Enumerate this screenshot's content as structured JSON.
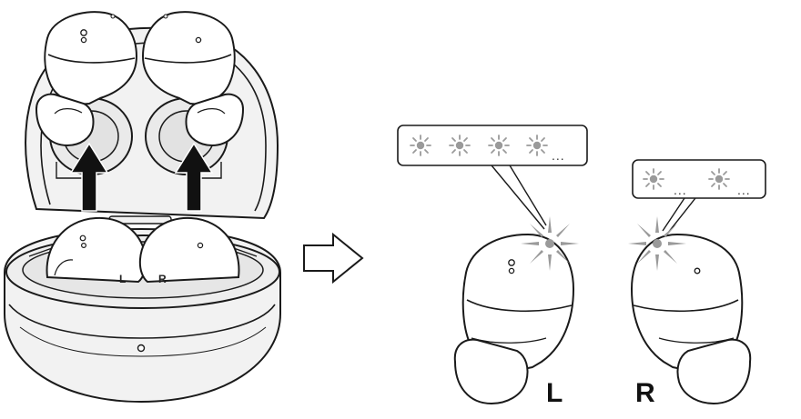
{
  "labels": {
    "case_left": "L",
    "case_right": "R",
    "left": "L",
    "right": "R"
  },
  "indicators": {
    "left": {
      "flash_symbols": 4,
      "ellipsis": "..."
    },
    "right": {
      "flash_symbols": 2,
      "ellipsis": "..."
    }
  },
  "colors": {
    "outline": "#1a1a1a",
    "case_fill": "#f2f2f2",
    "case_shade": "#e6e6e6",
    "led": "#9a9a9a",
    "arrow": "#111111"
  }
}
